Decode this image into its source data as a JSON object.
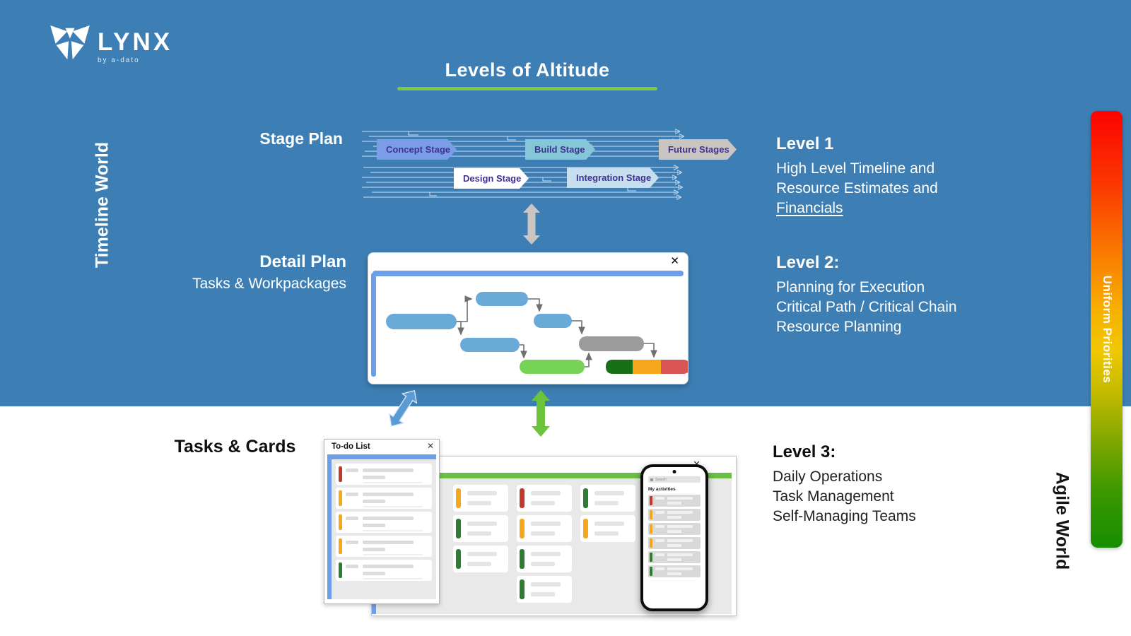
{
  "brand": {
    "name": "LYNX",
    "byline": "by a-dato"
  },
  "title": "Levels of Altitude",
  "worlds": {
    "timeline": "Timeline World",
    "agile": "Agile World"
  },
  "priority_bar": {
    "label": "Uniform Priorities"
  },
  "icons": {
    "close": "✕"
  },
  "stage_plan": {
    "label": "Stage Plan",
    "stages": [
      {
        "label": "Concept Stage",
        "color": "#7b9de8"
      },
      {
        "label": "Build Stage",
        "color": "#85c6d8"
      },
      {
        "label": "Future Stages",
        "color": "#c9c6c2"
      },
      {
        "label": "Design Stage",
        "color": "#ffffff"
      },
      {
        "label": "Integration Stage",
        "color": "#c7deee"
      }
    ]
  },
  "detail_plan": {
    "label": "Detail Plan",
    "sublabel": "Tasks & Workpackages"
  },
  "levels": [
    {
      "heading": "Level 1",
      "lines": [
        "High Level Timeline and",
        "Resource Estimates and"
      ],
      "underlined": "Financials"
    },
    {
      "heading": "Level 2:",
      "lines": [
        "Planning for Execution",
        "Critical Path / Critical Chain",
        "Resource Planning"
      ]
    },
    {
      "heading": "Level 3:",
      "lines": [
        "Daily Operations",
        "Task Management",
        "Self-Managing Teams"
      ]
    }
  ],
  "tasks_cards": {
    "label": "Tasks & Cards",
    "todo": {
      "title": "To-do List",
      "cards": [
        "#c0392b",
        "#f5a81c",
        "#f5a81c",
        "#f5a81c",
        "#2e7d32"
      ]
    },
    "kanban": {
      "columns": [
        [
          "#f5a81c",
          "#2e7d32",
          "#2e7d32"
        ],
        [
          "#c0392b",
          "#f5a81c",
          "#2e7d32",
          "#2e7d32"
        ],
        [
          "#2e7d32",
          "#f5a81c"
        ],
        [
          "muted",
          "muted"
        ]
      ]
    },
    "phone": {
      "search_label": "Search",
      "list_title": "My activities",
      "rows": [
        "#c0392b",
        "#f5a81c",
        "#f5a81c",
        "#f5a81c",
        "#2e7d32",
        "#2e7d32"
      ]
    }
  },
  "colors": {
    "background_blue": "#3d7fb5",
    "accent_green": "#7cc944",
    "window_bar_blue": "#6d9ee8",
    "kanban_bar_green": "#6abf45",
    "status_red": "#c0392b",
    "status_orange": "#f5a81c",
    "status_green": "#2e7d32",
    "gradient_top": "#fb0300",
    "gradient_middle": "#f0c800",
    "gradient_bottom": "#168e00"
  }
}
